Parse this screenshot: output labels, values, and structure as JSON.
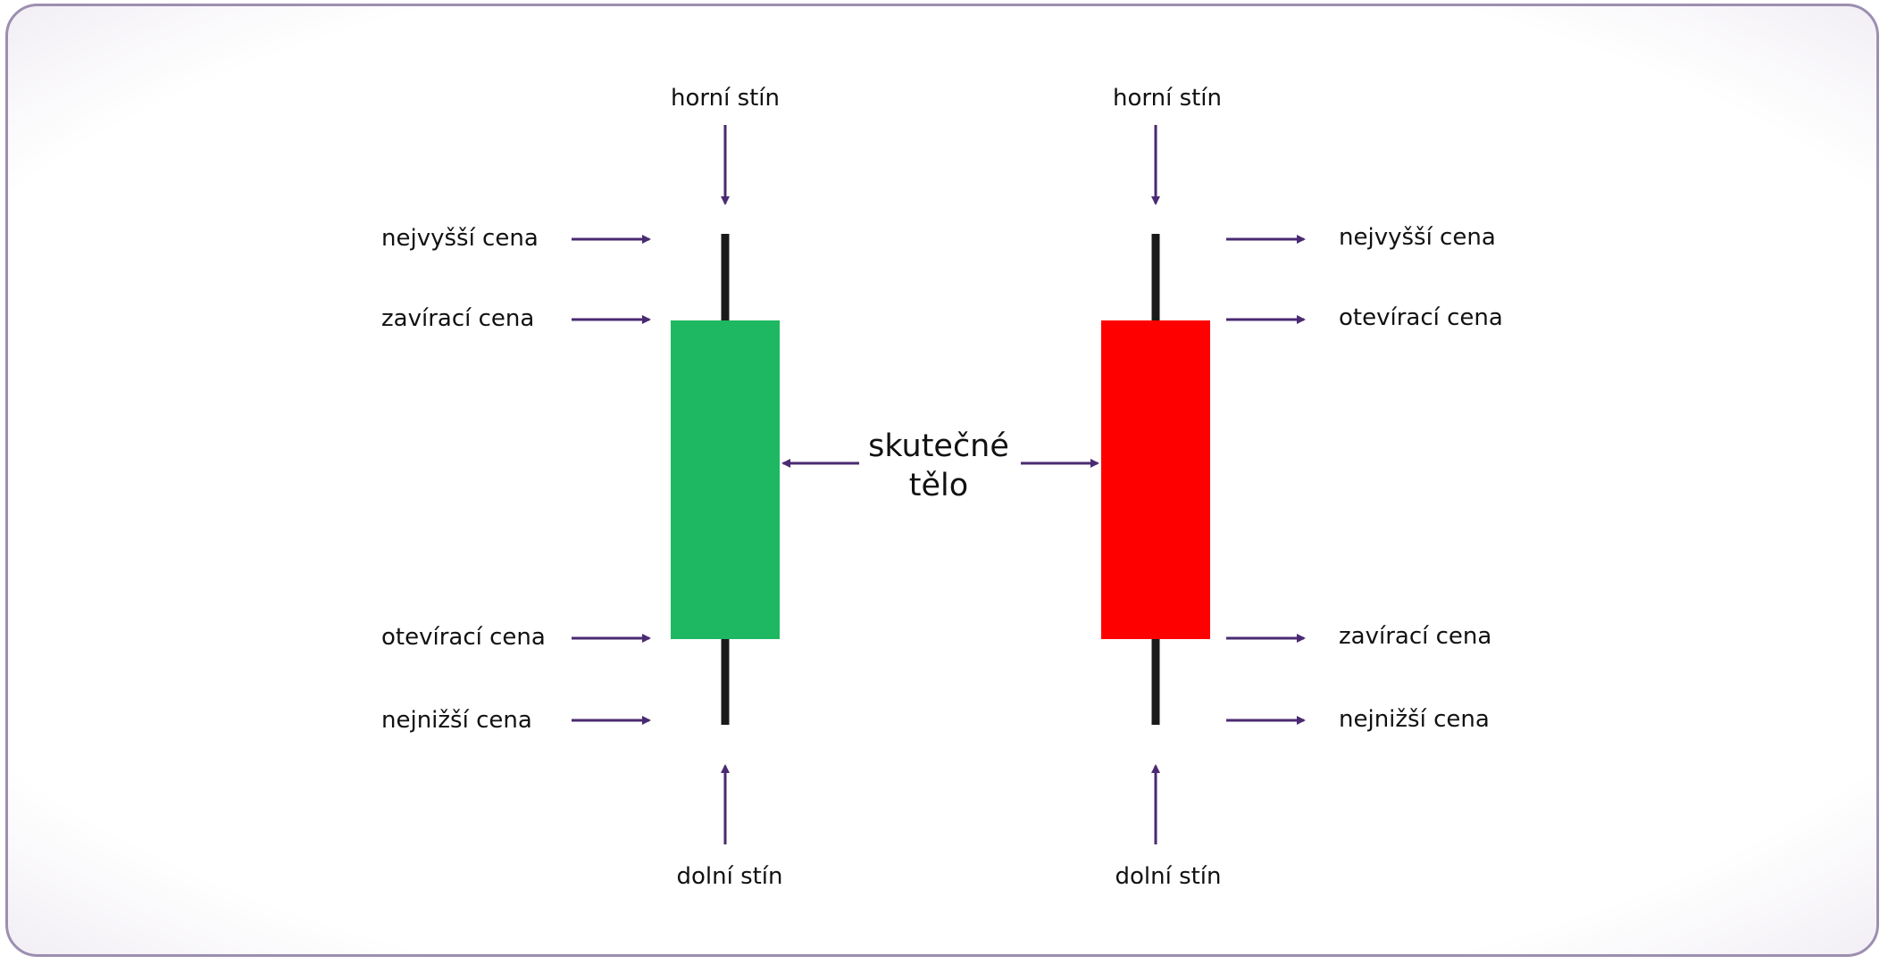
{
  "colors": {
    "accent": "#4a2a72",
    "bullish_body": "#1db861",
    "bearish_body": "#ff0000",
    "wick": "#1a1a1a",
    "frame_border": "#9c8fb0"
  },
  "labels": {
    "upper_shadow": "horní stín",
    "lower_shadow": "dolní stín",
    "high_price": "nejvyšší cena",
    "low_price": "nejnižší cena",
    "close_price": "zavírací cena",
    "open_price": "otevírací cena",
    "real_body_line1": "skutečné",
    "real_body_line2": "tělo"
  }
}
